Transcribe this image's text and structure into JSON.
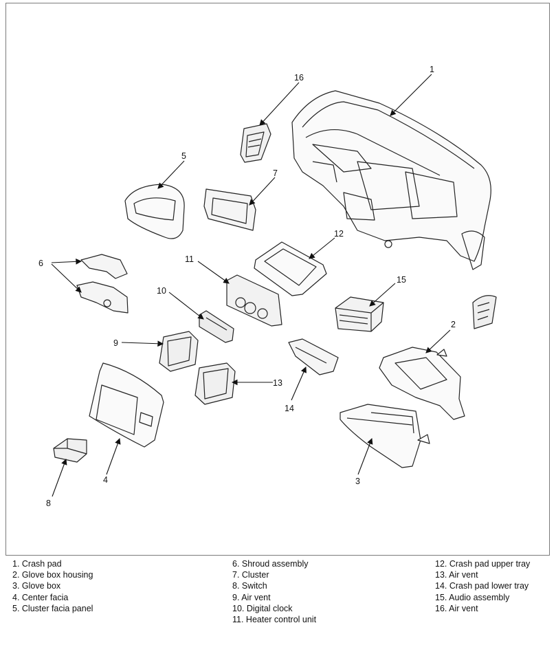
{
  "callouts": [
    "1",
    "2",
    "3",
    "4",
    "5",
    "6",
    "7",
    "8",
    "9",
    "10",
    "11",
    "12",
    "13",
    "14",
    "15",
    "16"
  ],
  "legend": {
    "col1": [
      "1. Crash pad",
      "2. Glove box housing",
      "3. Glove box",
      "4. Center facia",
      "5. Cluster facia panel"
    ],
    "col2": [
      "6. Shroud assembly",
      "7. Cluster",
      "8. Switch",
      "9. Air vent",
      "10. Digital clock",
      "11. Heater control unit"
    ],
    "col3": [
      "12. Crash pad upper tray",
      "13. Air vent",
      "14. Crash pad lower tray",
      "15. Audio assembly",
      "16. Air vent"
    ]
  }
}
